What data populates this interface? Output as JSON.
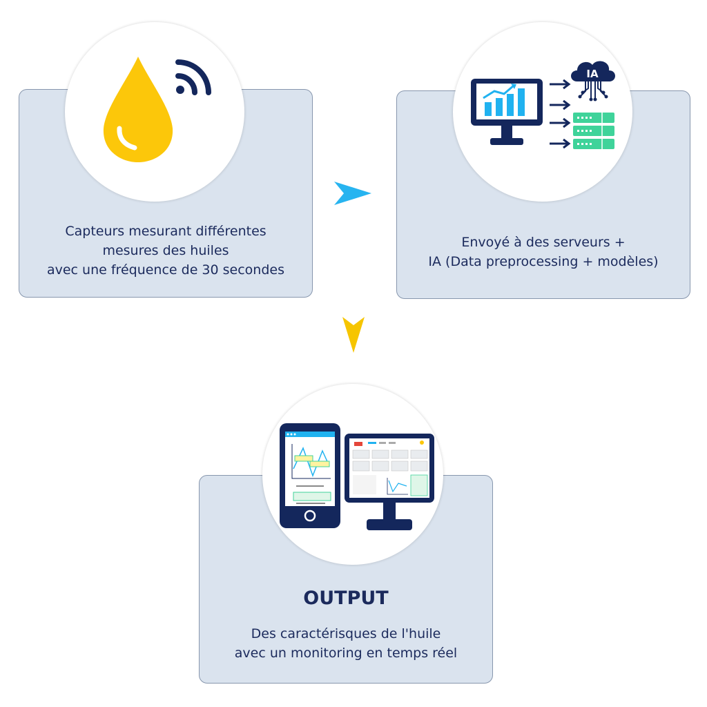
{
  "step1": {
    "lines": [
      "Capteurs mesurant différentes",
      "mesures des huiles",
      "avec une fréquence de 30 secondes"
    ],
    "icon": "oil-drop-wireless-icon"
  },
  "step2": {
    "lines": [
      "Envoyé à des serveurs +",
      "IA (Data preprocessing + modèles)"
    ],
    "icon": "monitor-cloud-server-icon",
    "cloud_label": "IA"
  },
  "step3": {
    "title": "OUTPUT",
    "lines": [
      "Des caractérisques de l'huile",
      "avec un monitoring en temps réel"
    ],
    "icon": "phone-desktop-dashboard-icon"
  },
  "colors": {
    "box": "#dae3ee",
    "text": "#1b2a5c",
    "drop": "#fcc70a",
    "arrow_right": "#27b4f0",
    "arrow_down": "#f6c500",
    "navy": "#14275c",
    "accent_blue": "#20b2f0",
    "green": "#3fd39a"
  }
}
